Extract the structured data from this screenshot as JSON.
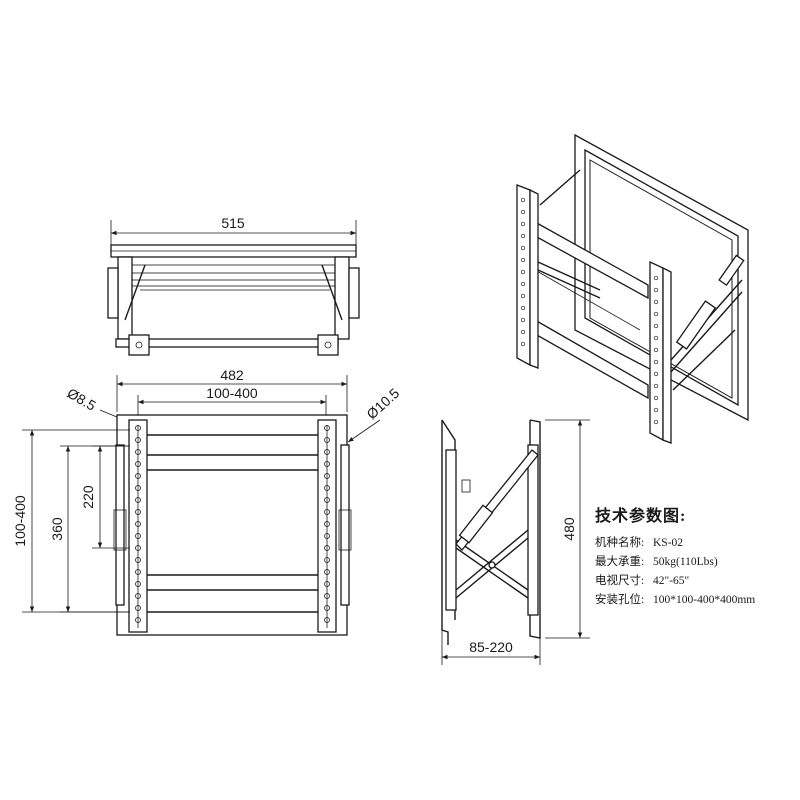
{
  "dimensions": {
    "top_width": "515",
    "front_width": "482",
    "hole_spacing_h": "100-400",
    "hole_small": "Ø8.5",
    "hole_large": "Ø10.5",
    "vert_outer": "100-400",
    "vert_mid": "360",
    "vert_inner": "220",
    "side_height": "480",
    "side_depth": "85-220"
  },
  "specs": {
    "title": "技术参数图:",
    "rows": [
      {
        "label": "机种名称:",
        "value": "KS-02"
      },
      {
        "label": "最大承重:",
        "value": "50kg(110Lbs)"
      },
      {
        "label": "电视尺寸:",
        "value": "42\"-65\""
      },
      {
        "label": "安装孔位:",
        "value": "100*100-400*400mm"
      }
    ]
  }
}
